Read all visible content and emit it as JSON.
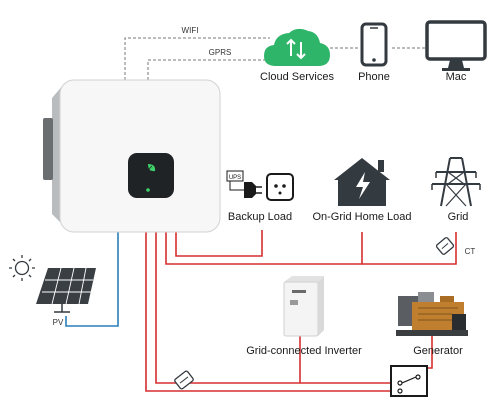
{
  "links": {
    "wifi": "WIFI",
    "gprs": "GPRS"
  },
  "devices": {
    "cloud": "Cloud Services",
    "phone": "Phone",
    "mac": "Mac"
  },
  "loads": {
    "backup": "Backup Load",
    "ups": "UPS",
    "on_grid": "On-Grid Home Load",
    "grid": "Grid",
    "ct": "CT"
  },
  "sources": {
    "pv": "PV",
    "grid_inverter": "Grid-connected Inverter",
    "generator": "Generator"
  },
  "colors": {
    "wire_red": "#d62f2f",
    "wire_blue": "#2a7fb8",
    "cloud_green": "#2fb56a",
    "dashed_link": "#7a7a7a",
    "device_dark": "#333a40"
  }
}
